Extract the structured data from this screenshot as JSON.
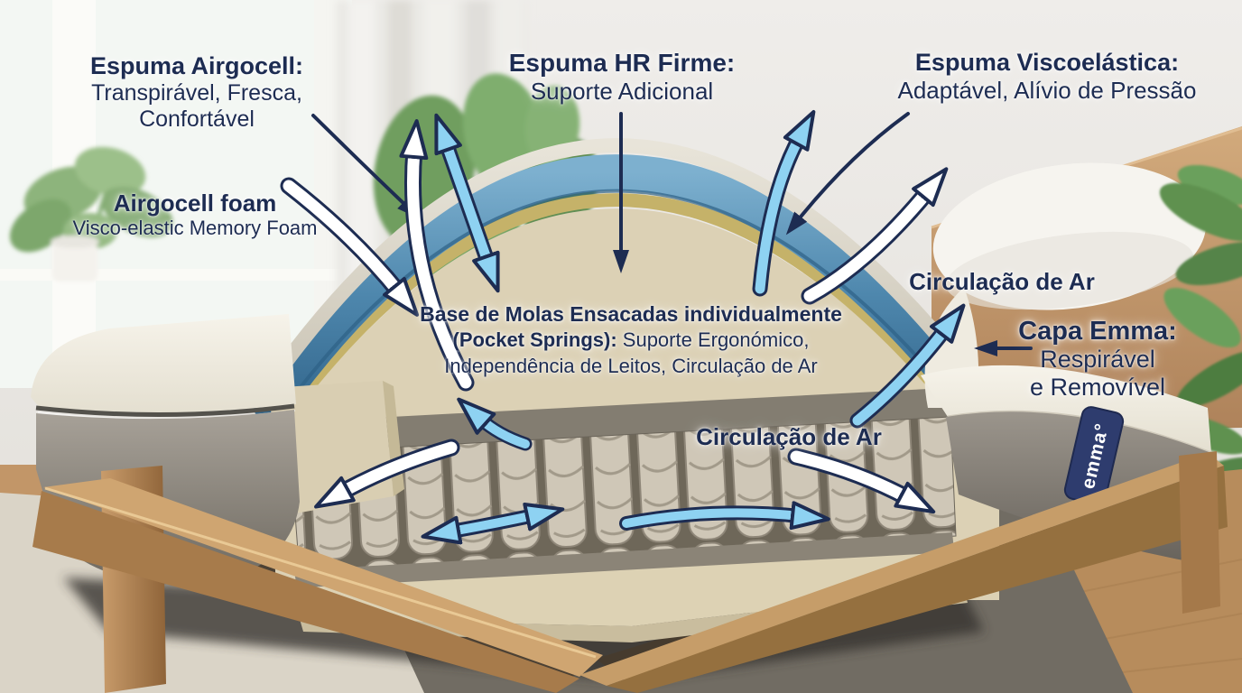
{
  "colors": {
    "navy": "#1d2c52",
    "arrow_blue": "#8ed2f2",
    "arrow_white": "#ffffff",
    "tag_navy": "#2e3c6e"
  },
  "labels": {
    "airgocell": {
      "title": "Espuma Airgocell:",
      "line1": "Transpirável, Fresca,",
      "line2": "Confortável"
    },
    "hr_firme": {
      "title": "Espuma HR Firme:",
      "line1": "Suporte Adicional"
    },
    "viscoelastica": {
      "title": "Espuma Viscoelástica:",
      "line1": "Adaptável, Alívio de Pressão"
    },
    "airgocell_foam": {
      "title": "Airgocell foam",
      "line1": "Visco-elastic Memory Foam"
    },
    "pocket_springs": {
      "title": "Base de Molas Ensacadas individualmente",
      "line2_bold": "(Pocket Springs):",
      "line2_regular": " Suporte Ergonómico,",
      "line3": "Independência de Leitos, Circulação de Ar"
    },
    "air_circulation_top": {
      "title": "Circulação de Ar"
    },
    "capa_emma": {
      "title": "Capa Emma:",
      "line1": "Respirável",
      "line2": "e Removível"
    },
    "air_circulation_bottom": {
      "title": "Circulação de Ar"
    }
  },
  "brand": {
    "tag": "emma°"
  }
}
